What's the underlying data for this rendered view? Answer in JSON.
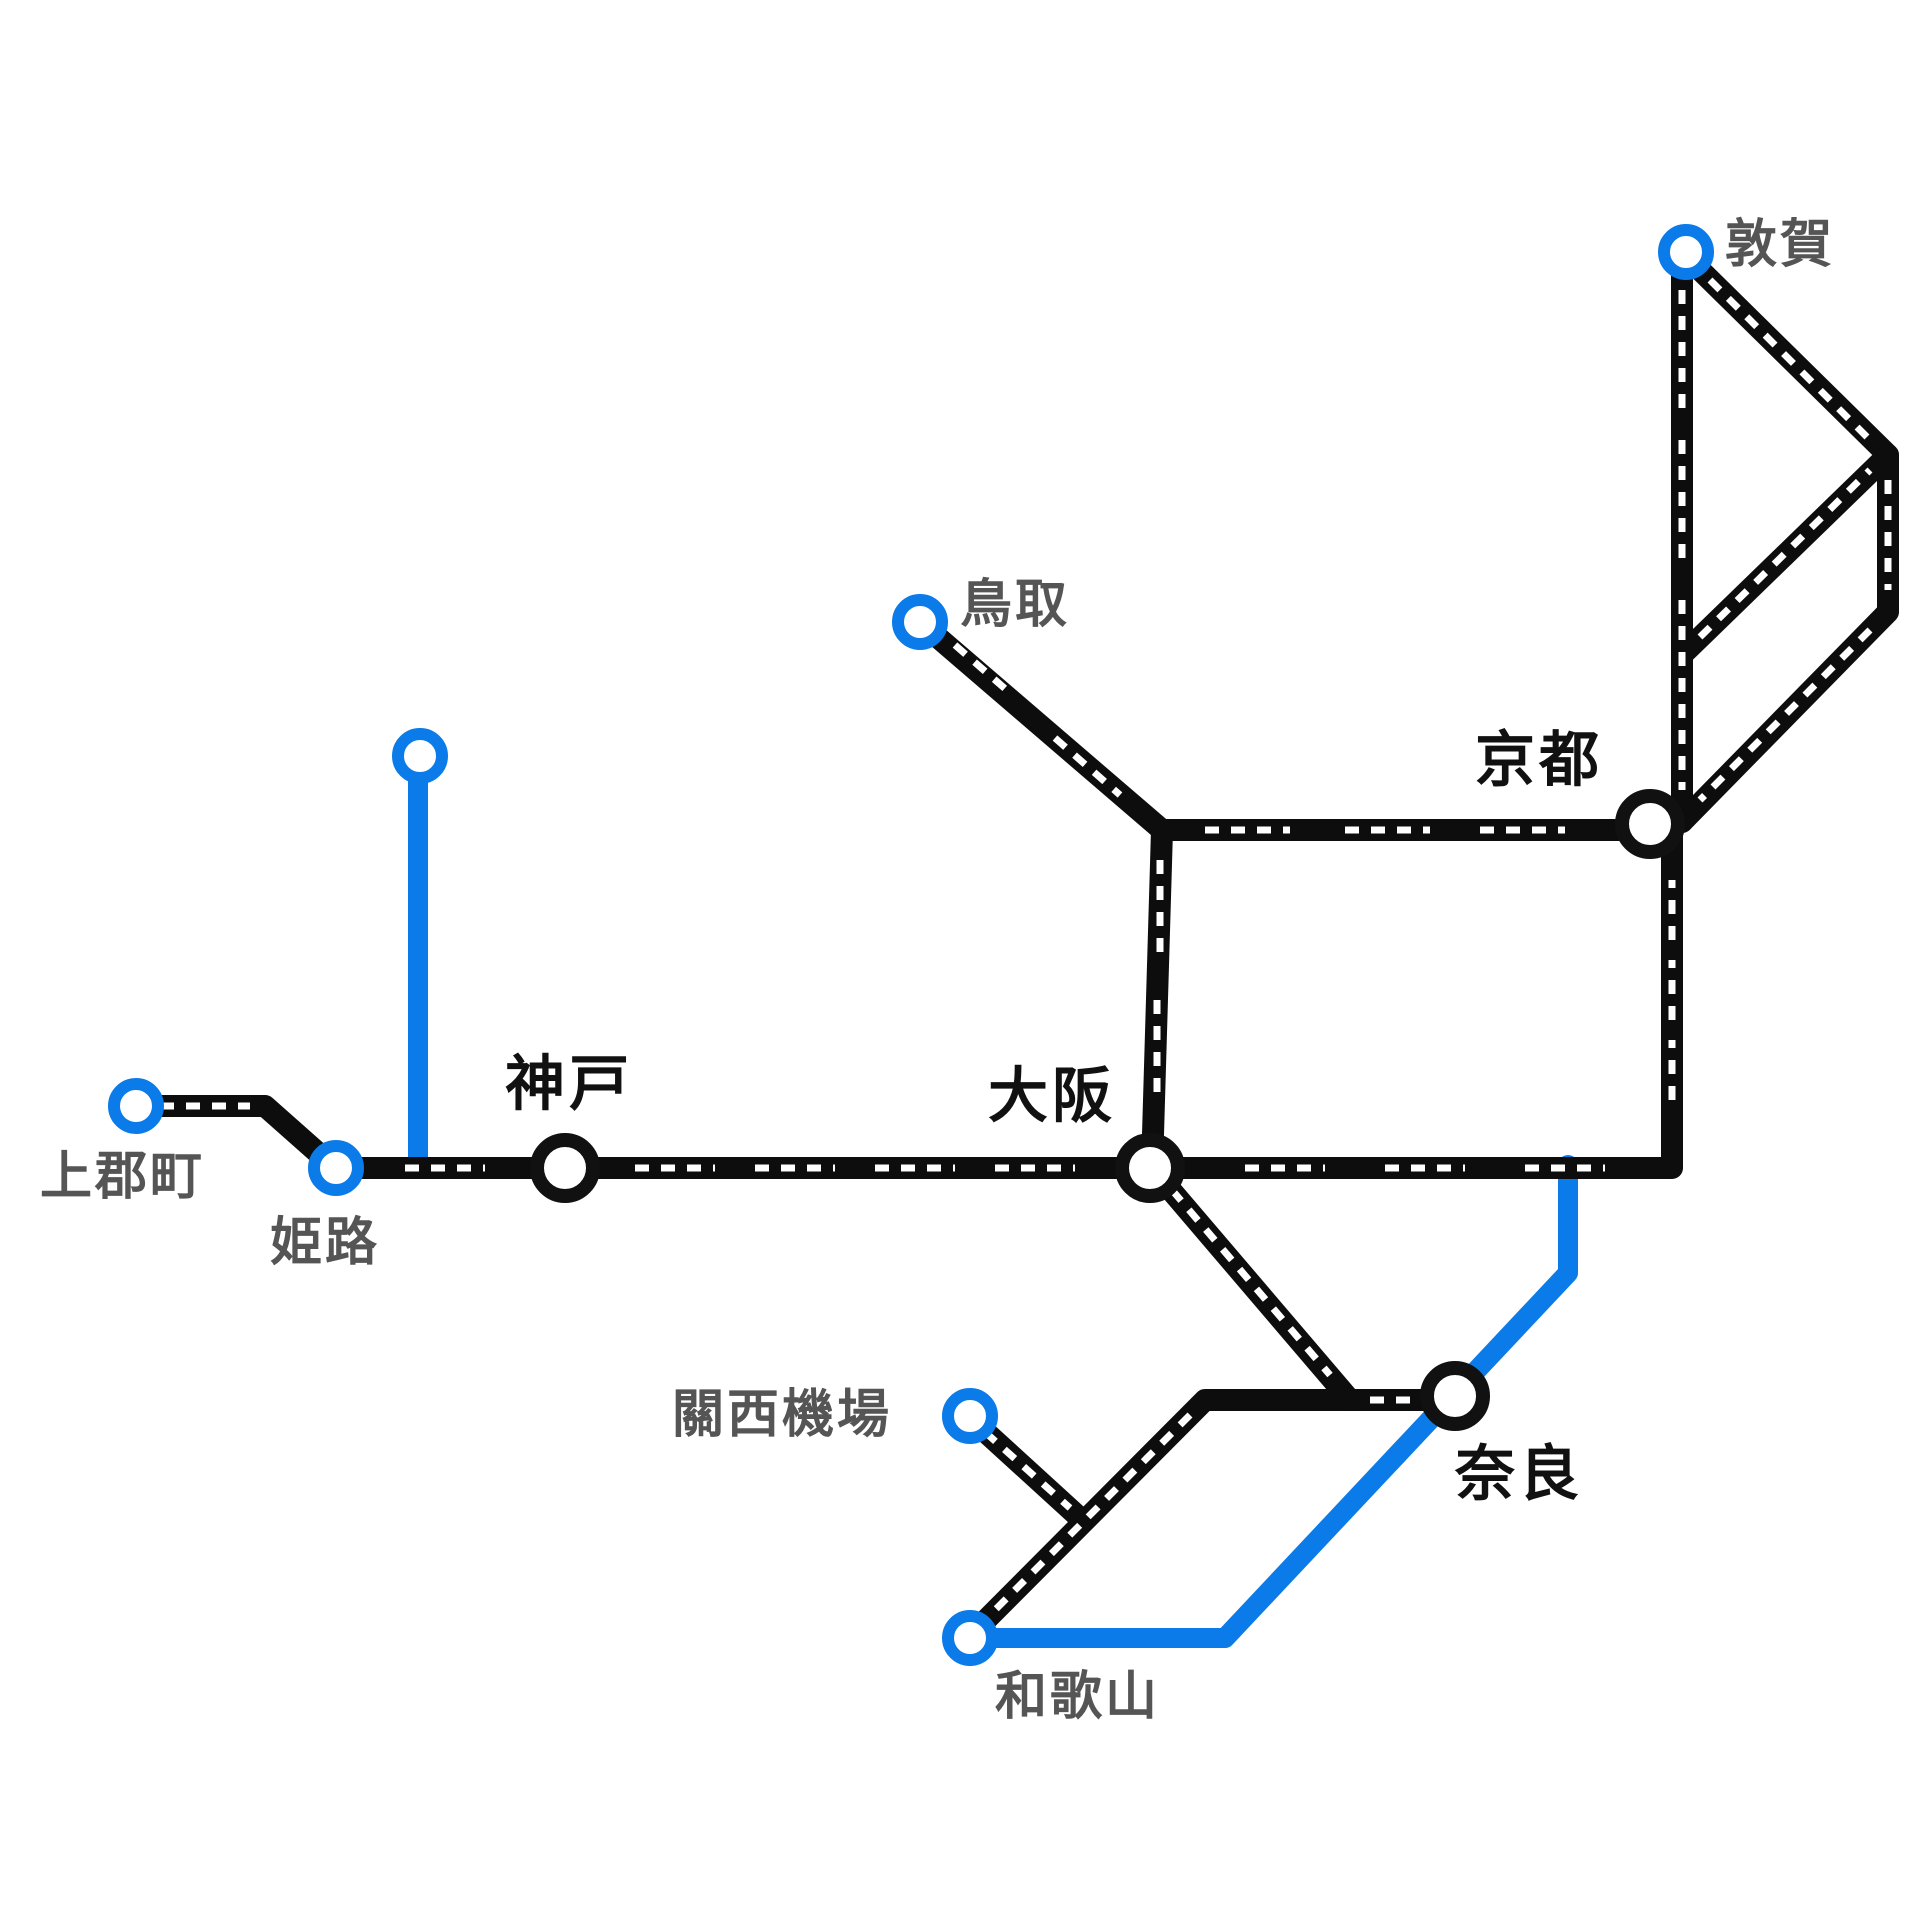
{
  "colors": {
    "rail_black": "#0d0d0d",
    "rail_dash": "#ffffff",
    "rail_blue": "#0a7be8",
    "major_label": "#111111",
    "minor_label": "#555555",
    "background": "#ffffff"
  },
  "stations": {
    "tsuruga": {
      "label": "敦賀",
      "kind": "minor"
    },
    "tottori": {
      "label": "鳥取",
      "kind": "minor"
    },
    "kyoto": {
      "label": "京都",
      "kind": "major"
    },
    "kobe": {
      "label": "神戸",
      "kind": "major"
    },
    "osaka": {
      "label": "大阪",
      "kind": "major"
    },
    "kamigori": {
      "label": "上郡町",
      "kind": "minor"
    },
    "himeji": {
      "label": "姫路",
      "kind": "minor"
    },
    "kansai_airport": {
      "label": "關西機場",
      "kind": "minor"
    },
    "nara": {
      "label": "奈良",
      "kind": "major"
    },
    "wakayama": {
      "label": "和歌山",
      "kind": "minor"
    },
    "unnamed_north": {
      "label": "",
      "kind": "minor"
    }
  }
}
